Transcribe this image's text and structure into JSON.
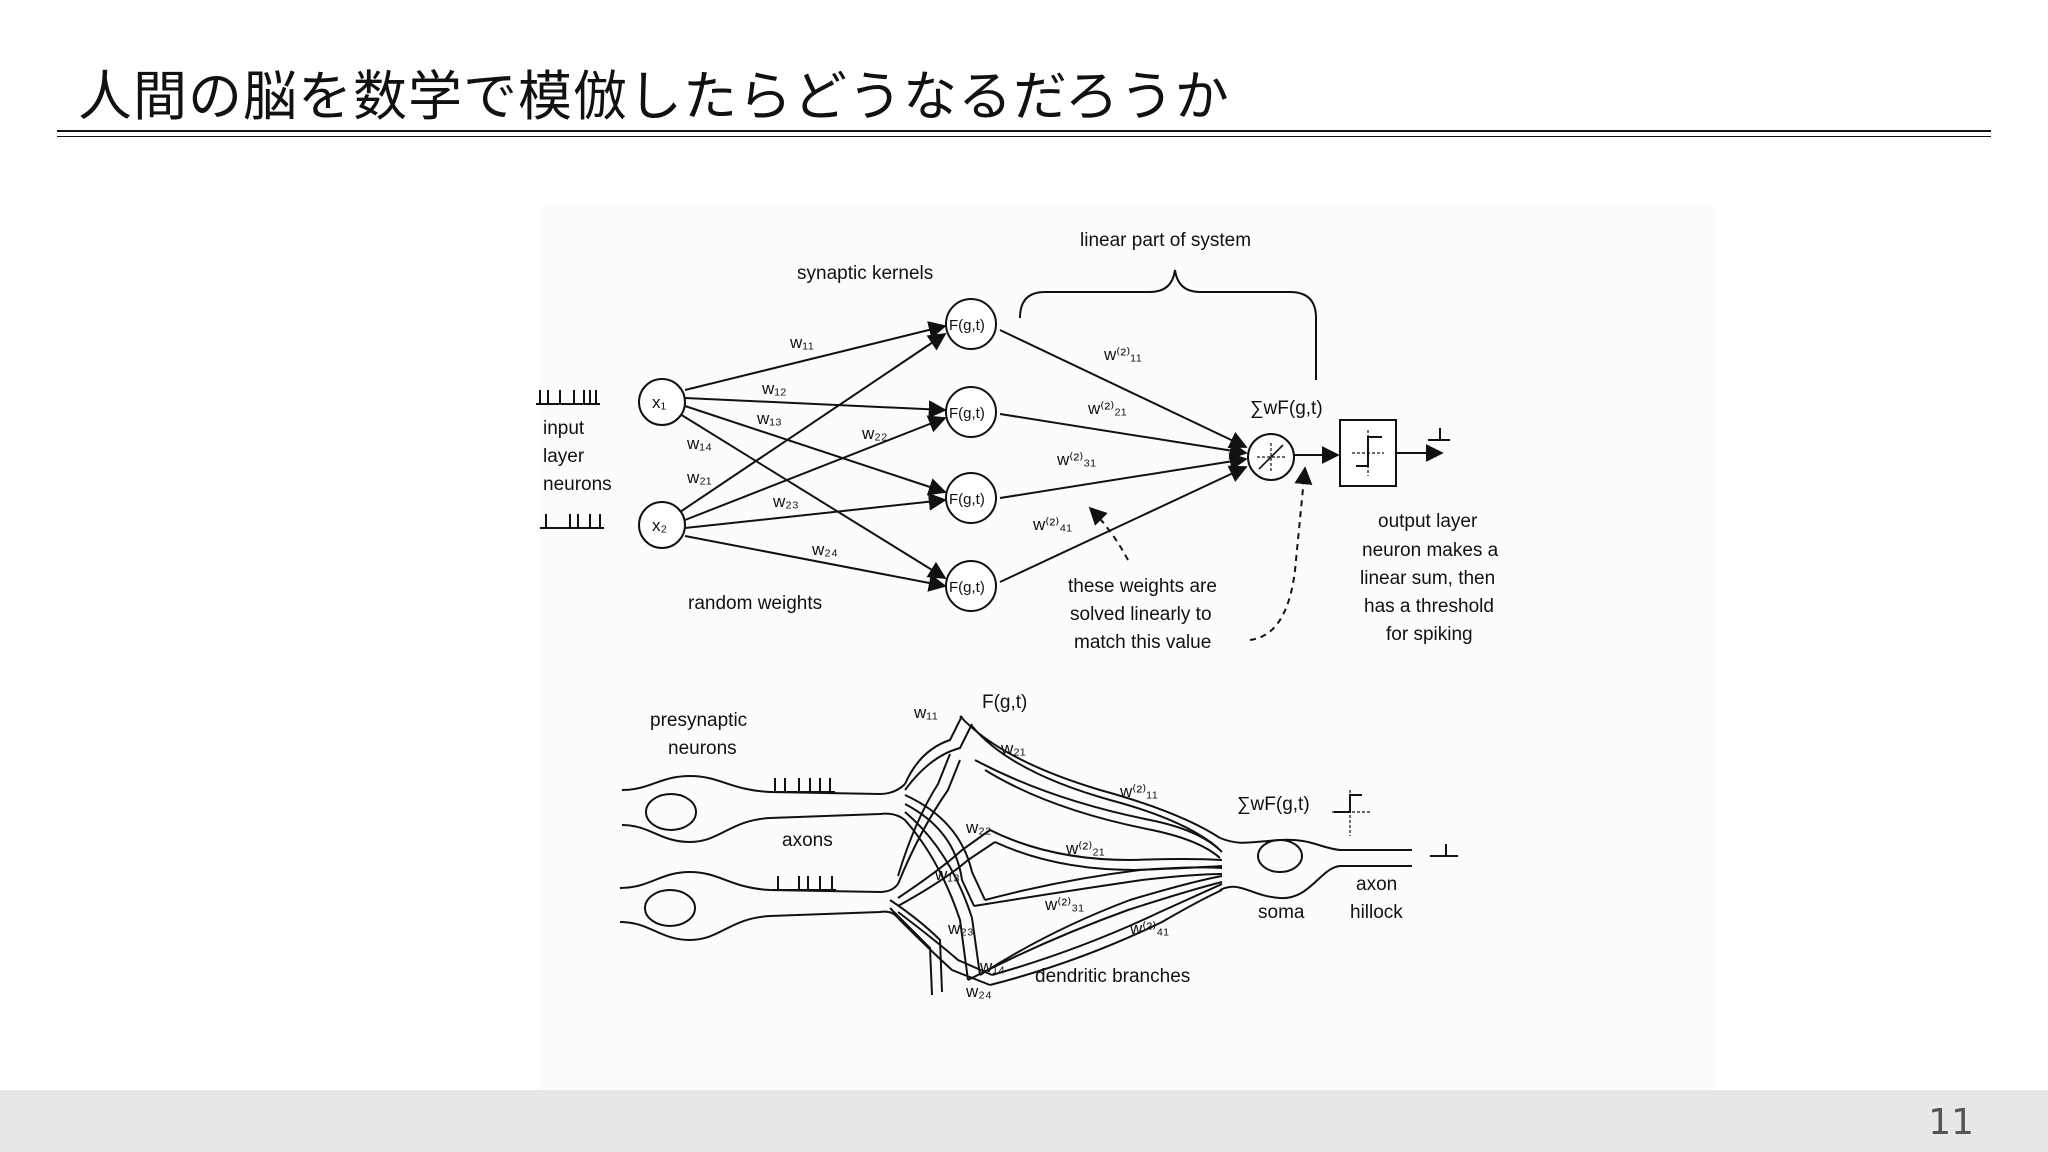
{
  "slide": {
    "title": "人間の脳を数学で模倣したらどうなるだろうか",
    "page_number": "11"
  },
  "diagram": {
    "top": {
      "linear_part": "linear part of system",
      "synaptic_kernels": "synaptic kernels",
      "input_label": [
        "input",
        "layer",
        "neurons"
      ],
      "x1": "x₁",
      "x2": "x₂",
      "kernel": "F(g,t)",
      "sum": "∑wF(g,t)",
      "w11": "w₁₁",
      "w12": "w₁₂",
      "w13": "w₁₃",
      "w14": "w₁₄",
      "w21": "w₂₁",
      "w22": "w₂₂",
      "w23": "w₂₃",
      "w24": "w₂₄",
      "w2_11": "w⁽²⁾₁₁",
      "w2_21": "w⁽²⁾₂₁",
      "w2_31": "w⁽²⁾₃₁",
      "w2_41": "w⁽²⁾₄₁",
      "random_weights": "random weights",
      "solved_note": [
        "these weights are",
        "solved linearly to",
        "match this value"
      ],
      "output_note": [
        "output layer",
        "neuron makes a",
        "linear sum, then",
        "has a threshold",
        "for spiking"
      ]
    },
    "bottom": {
      "presynaptic": [
        "presynaptic",
        "neurons"
      ],
      "axons": "axons",
      "kernel": "F(g,t)",
      "sum": "∑wF(g,t)",
      "w11": "w₁₁",
      "w21": "w₂₁",
      "w22": "w₂₂",
      "w13": "w₁₃",
      "w23": "w₂₃",
      "w14": "w₁₄",
      "w24": "w₂₄",
      "w2_11": "w⁽²⁾₁₁",
      "w2_21": "w⁽²⁾₂₁",
      "w2_31": "w⁽²⁾₃₁",
      "w2_41": "w⁽²⁾₄₁",
      "soma": "soma",
      "axon_hillock": [
        "axon",
        "hillock"
      ],
      "dendritic": "dendritic branches"
    }
  }
}
